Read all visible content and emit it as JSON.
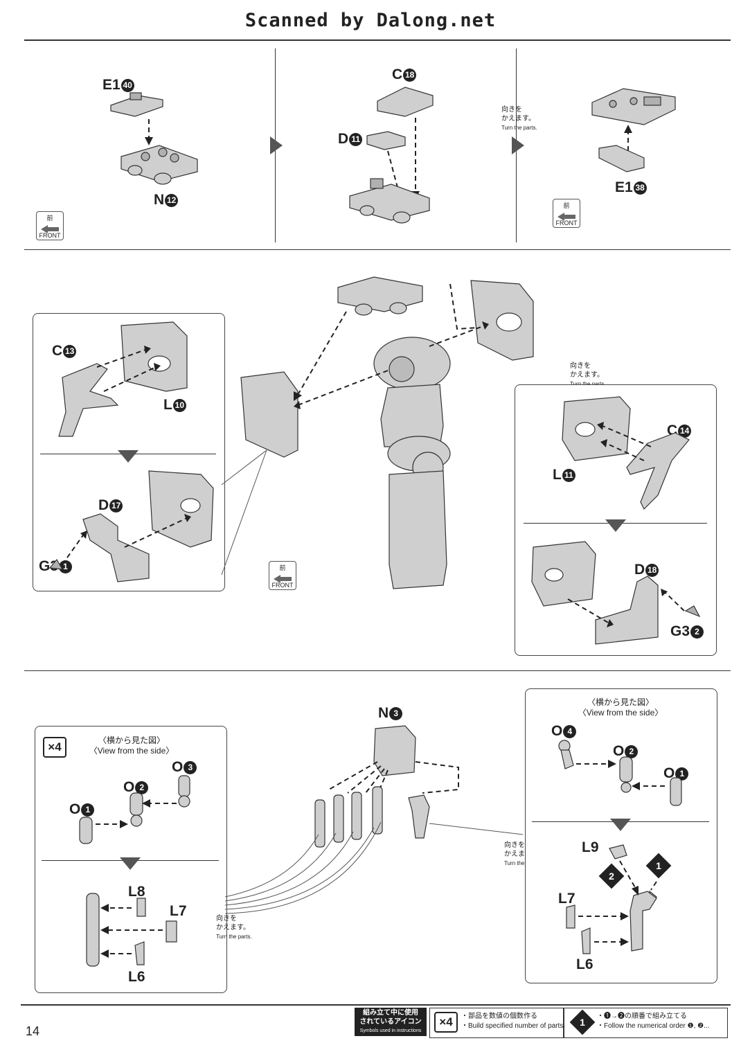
{
  "header": {
    "scan_credit": "Scanned by Dalong.net"
  },
  "page_number": "14",
  "colors": {
    "ink": "#222222",
    "part_fill": "#cfcfcf",
    "part_dark": "#b0b0b0"
  },
  "icons": {
    "front": "front-arrow-icon",
    "step_arrow": "triangle-right-icon",
    "down_arrow": "triangle-down-icon"
  },
  "front_badge": {
    "jp": "前",
    "en": "FRONT"
  },
  "turn_note": {
    "jp1": "向きを",
    "jp2": "かえます。",
    "en": "Turn the parts."
  },
  "side_view": {
    "jp": "〈横から見た図〉",
    "en": "〈View from the side〉"
  },
  "multiplier": "×4",
  "row1": {
    "step1": {
      "part_top": {
        "letter": "E1",
        "num": "40"
      },
      "part_bottom": {
        "letter": "N",
        "num": "12"
      }
    },
    "step2": {
      "part_top": {
        "letter": "C",
        "num": "18"
      },
      "part_mid": {
        "letter": "D",
        "num": "11"
      }
    },
    "step3": {
      "part_bottom": {
        "letter": "E1",
        "num": "38"
      }
    }
  },
  "row2": {
    "left": {
      "a": {
        "letter": "C",
        "num": "13"
      },
      "b": {
        "letter": "L",
        "num": "10"
      },
      "c": {
        "letter": "D",
        "num": "17"
      },
      "d": {
        "letter": "G3",
        "num": "1"
      }
    },
    "right": {
      "a": {
        "letter": "C",
        "num": "14"
      },
      "b": {
        "letter": "L",
        "num": "11"
      },
      "c": {
        "letter": "D",
        "num": "18"
      },
      "d": {
        "letter": "G3",
        "num": "2"
      }
    }
  },
  "row3": {
    "center": {
      "letter": "N",
      "num": "3"
    },
    "left": {
      "o1": {
        "letter": "O",
        "num": "1"
      },
      "o2": {
        "letter": "O",
        "num": "2"
      },
      "o3": {
        "letter": "O",
        "num": "3"
      },
      "l6": "L6",
      "l7": "L7",
      "l8": "L8"
    },
    "right": {
      "o1": {
        "letter": "O",
        "num": "1"
      },
      "o2": {
        "letter": "O",
        "num": "2"
      },
      "o4": {
        "letter": "O",
        "num": "4"
      },
      "l6": "L6",
      "l7": "L7",
      "l9": "L9",
      "order1": "1",
      "order2": "2"
    }
  },
  "footer": {
    "symbols_jp1": "組み立て中に使用",
    "symbols_jp2": "されているアイコン",
    "symbols_en": "Symbols used in instructions",
    "x4_label": "×4",
    "x4_jp": "・部品を数値の個数作る",
    "x4_en": "・Build specified number of parts.",
    "order_icon": "1",
    "order_jp": "・❶→❷の順番で組み立てる",
    "order_en": "・Follow the numerical order ❶, ❷..."
  }
}
